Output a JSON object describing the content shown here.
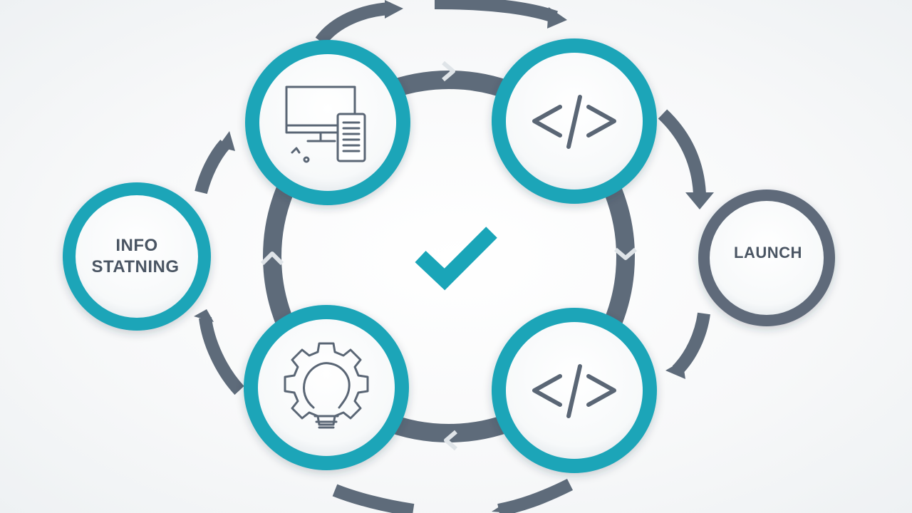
{
  "diagram": {
    "center": {
      "icon": "checkmark-icon"
    },
    "nodes": [
      {
        "id": "devices",
        "icon": "desktop-and-tablet-icon",
        "label": ""
      },
      {
        "id": "code-top",
        "icon": "code-brackets-icon",
        "label": ""
      },
      {
        "id": "launch",
        "icon": "",
        "label": "LAUNCH"
      },
      {
        "id": "code-bottom",
        "icon": "code-brackets-icon",
        "label": ""
      },
      {
        "id": "idea",
        "icon": "gear-lightbulb-icon",
        "label": ""
      },
      {
        "id": "info",
        "icon": "",
        "label_lines": [
          "INFO",
          "STATNING"
        ]
      }
    ],
    "colors": {
      "teal": "#1aa5b8",
      "teal_dark": "#138e9f",
      "slate": "#5e6b7a",
      "slate_light": "#6f7b89",
      "icon": "#5a6675",
      "node_fill": "#ffffff"
    }
  }
}
